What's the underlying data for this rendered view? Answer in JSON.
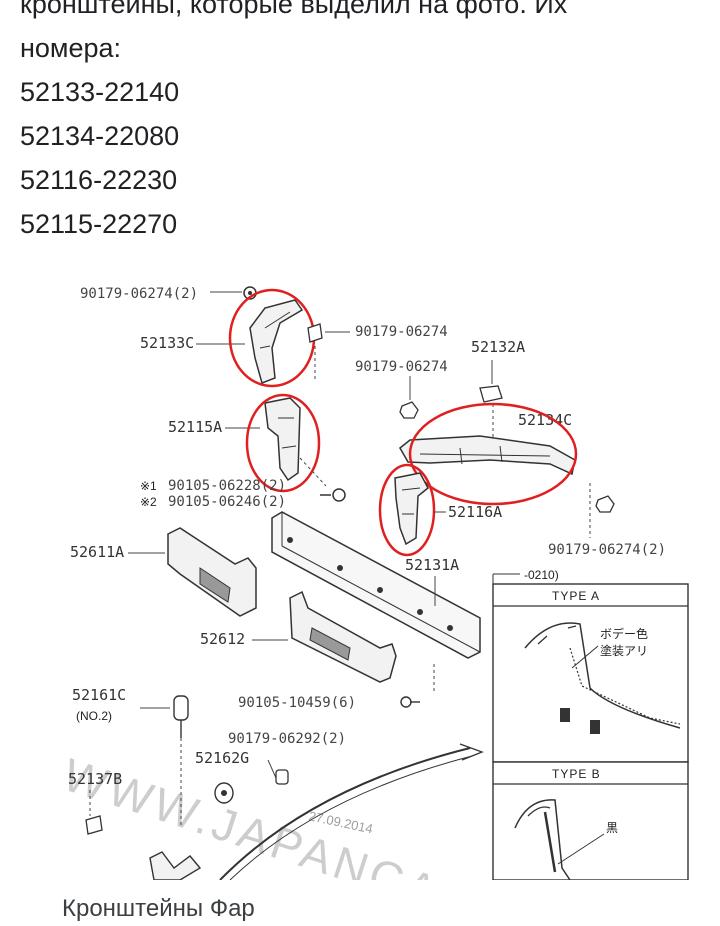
{
  "post": {
    "line1": "кронштейны, которые выделил на фото. Их",
    "line2": "номера:",
    "part_numbers": [
      "52133-22140",
      "52134-22080",
      "52116-22230",
      "52115-22270"
    ]
  },
  "diagram": {
    "labels": {
      "l_90179_06274_2_top": "90179-06274(2)",
      "l_52133c": "52133C",
      "l_90179_06274_a": "90179-06274",
      "l_90179_06274_b": "90179-06274",
      "l_52132a": "52132A",
      "l_52134c": "52134C",
      "l_52115a": "52115A",
      "l_note1_mark": "※1",
      "l_note2_mark": "※2",
      "l_90105_06228": "90105-06228(2)",
      "l_90105_06246": "90105-06246(2)",
      "l_52116a": "52116A",
      "l_90179_06274_2_right": "90179-06274(2)",
      "l_52611a": "52611A",
      "l_52131a": "52131A",
      "l_0210": "-0210)",
      "l_52612": "52612",
      "l_52161c": "52161C",
      "l_no2": "(NO.2)",
      "l_90105_10459": "90105-10459(6)",
      "l_90179_06292": "90179-06292(2)",
      "l_52162g": "52162G",
      "l_52137b": "52137B",
      "l_date": "27.09.2014",
      "l_watermark": "WWW.JAPANCARS"
    },
    "type_a": {
      "title": "TYPE A",
      "note_line1": "ボデー色",
      "note_line2": "塗装アリ"
    },
    "type_b": {
      "title": "TYPE B",
      "note": "黒"
    },
    "highlight_color": "#e02020",
    "watermark_color": "#bdbdbd"
  },
  "caption": "Кронштейны Фар"
}
